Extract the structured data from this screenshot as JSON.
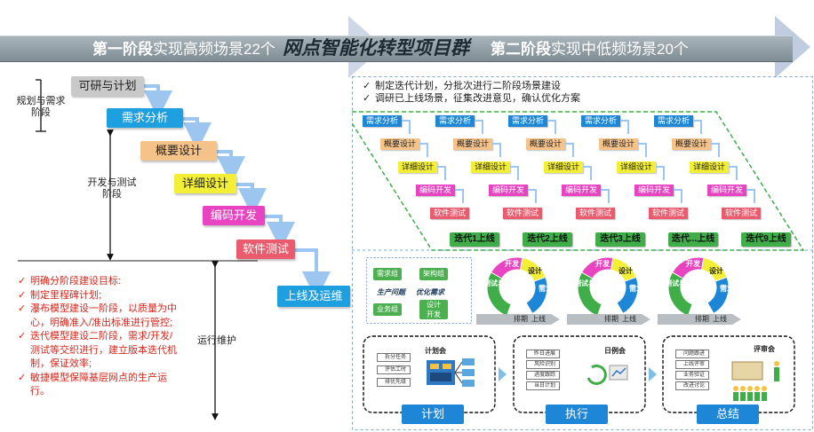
{
  "banner": {
    "phase1_bold": "第一阶段",
    "phase1_text": "实现高频场景22个",
    "center": "网点智能化转型项目群",
    "phase2_bold": "第二阶段",
    "phase2_text": "实现中低频场景20个"
  },
  "waterfall": {
    "steps": [
      "可研与计划",
      "需求分析",
      "概要设计",
      "详细设计",
      "编码开发",
      "软件测试",
      "上线及运维"
    ],
    "phase_labels": [
      "规划与需求阶段",
      "开发与测试阶段",
      "运行维护"
    ]
  },
  "notes": [
    "明确分阶段建设目标:",
    "制定里程碑计划;",
    "瀑布模型建设一阶段，以质量为中心，明确准入/准出标准进行管控;",
    "迭代模型建设二阶段，需求/开发/测试等交织进行，建立版本迭代机制，保证效率;",
    "敏捷模型保障基层网点的生产运行。"
  ],
  "phase2_checks": [
    "制定迭代计划，分批次进行二阶段场景建设",
    "调研已上线场景，征集改进意见，确认优化方案"
  ],
  "iteration": {
    "steps": [
      "需求分析",
      "概要设计",
      "详细设计",
      "编码开发",
      "软件测试"
    ],
    "labels": [
      "迭代1上线",
      "迭代2上线",
      "迭代3上线",
      "迭代...上线",
      "迭代9上线"
    ]
  },
  "agile": {
    "teams": [
      "需求组",
      "架构组",
      "业务组",
      "设计开发组"
    ],
    "center_text": [
      "生产问题",
      "优化需求"
    ],
    "ring_labels": [
      "开发",
      "设计",
      "需求",
      "上线",
      "排期",
      "测试与验收"
    ]
  },
  "meetings": [
    {
      "title": "计划会",
      "items": [
        "拆分任务",
        "评估工时",
        "排优先级"
      ]
    },
    {
      "title": "日例会",
      "items": [
        "昨日进展",
        "风险识别",
        "进度跟踪",
        "当日计划"
      ]
    },
    {
      "title": "评审会",
      "items": [
        "问题跟进",
        "上线评审",
        "业务验证",
        "改进讨论"
      ]
    }
  ],
  "stages": [
    "计划",
    "执行",
    "总结"
  ],
  "colors": {
    "blue": "#1d86d6",
    "orange": "#f5c38a",
    "yellow": "#f3ef36",
    "magenta": "#e844c1",
    "red": "#ea5b6e",
    "green": "#3fae49"
  }
}
